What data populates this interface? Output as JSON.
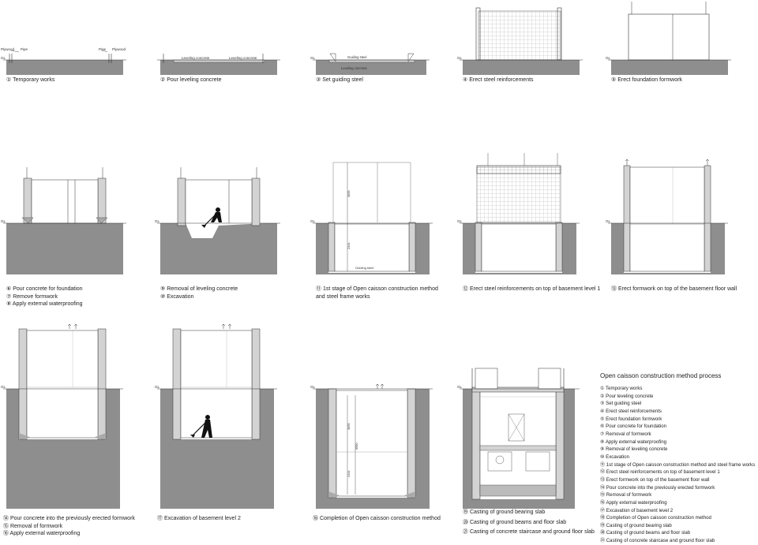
{
  "labels": {
    "gl": "GL",
    "plywood": "Plywood",
    "pipe": "Pipe",
    "leveling_concrete": "Leveling concrete",
    "guiding_steel": "Guiding steel",
    "dim_3005": "3005",
    "dim_2444": "2444",
    "dim_3005b": "3005",
    "dim_5550": "5550",
    "dim_2444b": "2444"
  },
  "captions": {
    "p1": [
      "① Temporary works"
    ],
    "p2": [
      "② Pour leveling concrete"
    ],
    "p3": [
      "③ Set guiding steel"
    ],
    "p4": [
      "④ Erect steel reinforcements"
    ],
    "p5": [
      "⑤ Erect foundation formwork"
    ],
    "p6": [
      "⑥ Pour concrete for foundation",
      "⑦ Remove formwork",
      "⑧ Apply external  waterproofing"
    ],
    "p7": [
      "⑨ Removal of leveling concrete",
      "⑩ Excavation"
    ],
    "p8": [
      "⑪ 1st stage of Open caisson construction method",
      "and steel frame works"
    ],
    "p9": [
      "⑫ Erect steel reinforcements on top of basement level 1"
    ],
    "p10": [
      "⑬ Erect formwork on top of the basement floor wall"
    ],
    "p11": [
      "⑭ Pour concrete into the previously erected formwork",
      "⑮ Removal of formwork",
      "⑯ Apply external  waterproofing"
    ],
    "p12": [
      "⑰ Excavation of basement level 2"
    ],
    "p13": [
      "⑱ Completion of Open caisson construction method"
    ],
    "p14": [
      "⑲ Casting of ground bearing slab",
      "⑳ Casting of ground beams and floor slab",
      "㉑ Casting of concrete staircase and ground floor slab"
    ]
  },
  "legend": {
    "title": "Open caisson construction method process",
    "items": [
      "① Temporary works",
      "② Pour leveling concrete",
      "③ Set guiding steel",
      "④ Erect steel reinforcements",
      "⑤ Erect foundation formwork",
      "⑥ Pour concrete for foundation",
      "⑦ Removal of formwork",
      "⑧ Apply external  waterproofing",
      "⑨ Removal of leveling concrete",
      "⑩ Excavation",
      "⑪ 1st stage of Open caisson construction method and steel frame works",
      "⑫ Erect steel reinforcements on top of basement level 1",
      "⑬ Erect formwork on top of the basement floor wall",
      "⑭ Pour concrete into the previously erected formwork",
      "⑮ Removal of formwork",
      "⑯ Apply external  waterproofing",
      "⑰ Excavation of basement level 2",
      "⑱ Completion of Open caisson construction method",
      "⑲ Casting of ground bearing slab",
      "⑳ Casting of ground beams and floor slab",
      "㉑ Casting of concrete staircase and ground floor slab"
    ]
  },
  "colors": {
    "ground": "#8e8e8e",
    "concrete": "#d3d3d3",
    "line": "#333333"
  }
}
